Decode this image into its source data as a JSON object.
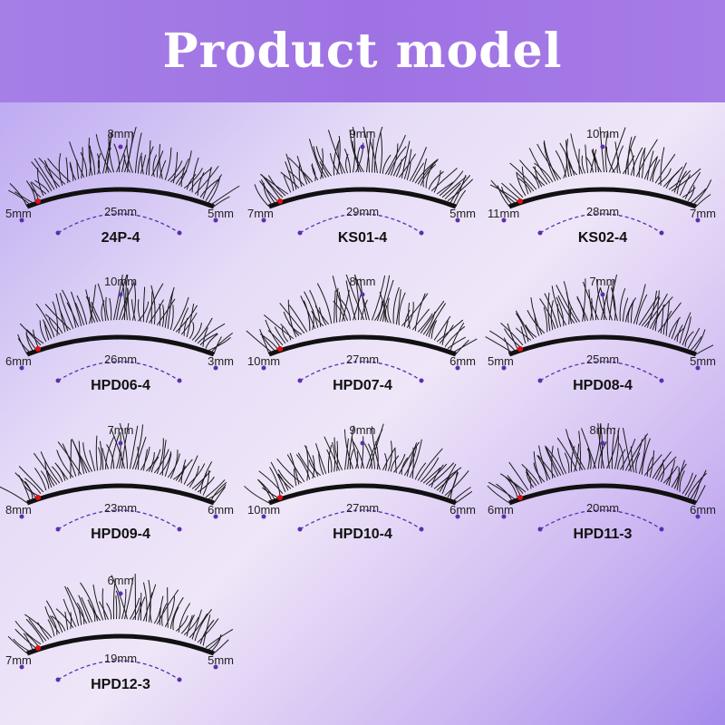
{
  "title": "Product model",
  "colors": {
    "header": "#a279e5",
    "dot": "#5a2fb0",
    "magnet": "#e01010"
  },
  "items": [
    {
      "model": "24P-4",
      "top": "8mm",
      "left": "5mm",
      "right": "5mm",
      "length": "25mm"
    },
    {
      "model": "KS01-4",
      "top": "9mm",
      "left": "7mm",
      "right": "5mm",
      "length": "29mm"
    },
    {
      "model": "KS02-4",
      "top": "10mm",
      "left": "11mm",
      "right": "7mm",
      "length": "28mm"
    },
    {
      "model": "HPD06-4",
      "top": "10mm",
      "left": "6mm",
      "right": "3mm",
      "length": "26mm"
    },
    {
      "model": "HPD07-4",
      "top": "8mm",
      "left": "10mm",
      "right": "6mm",
      "length": "27mm"
    },
    {
      "model": "HPD08-4",
      "top": "7mm",
      "left": "5mm",
      "right": "5mm",
      "length": "25mm"
    },
    {
      "model": "HPD09-4",
      "top": "7mm",
      "left": "8mm",
      "right": "6mm",
      "length": "23mm"
    },
    {
      "model": "HPD10-4",
      "top": "9mm",
      "left": "10mm",
      "right": "6mm",
      "length": "27mm"
    },
    {
      "model": "HPD11-3",
      "top": "8mm",
      "left": "6mm",
      "right": "6mm",
      "length": "20mm"
    },
    {
      "model": "HPD12-3",
      "top": "6mm",
      "left": "7mm",
      "right": "5mm",
      "length": "19mm"
    }
  ]
}
